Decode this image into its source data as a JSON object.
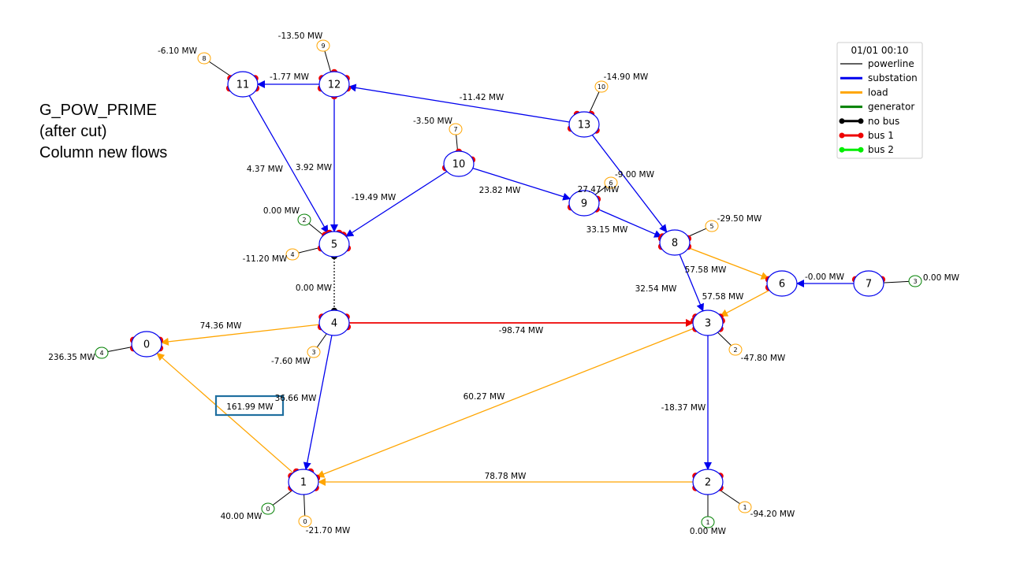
{
  "title_lines": [
    "G_POW_PRIME",
    "(after cut)",
    "Column new flows"
  ],
  "colors": {
    "powerline": "#000000",
    "substation": "#0000ee",
    "load": "#ffa500",
    "generator": "#008000",
    "bus1": "#ee0000",
    "bus2": "#00ee00",
    "nobus": "#000000",
    "highlight_box": "#1f6f9f"
  },
  "legend": {
    "timestamp": "01/01 00:10",
    "entries": [
      {
        "label": "powerline",
        "style": "thin-line",
        "color": "#000000"
      },
      {
        "label": "substation",
        "style": "thick-line",
        "color": "#0000ee"
      },
      {
        "label": "load",
        "style": "thick-line",
        "color": "#ffa500"
      },
      {
        "label": "generator",
        "style": "thick-line",
        "color": "#008000"
      },
      {
        "label": "no bus",
        "style": "dot-line",
        "color": "#000000"
      },
      {
        "label": "bus 1",
        "style": "dot-line",
        "color": "#ee0000"
      },
      {
        "label": "bus 2",
        "style": "dot-line",
        "color": "#00ee00"
      }
    ]
  },
  "nodes": [
    {
      "id": "0",
      "label": "0"
    },
    {
      "id": "1",
      "label": "1"
    },
    {
      "id": "2",
      "label": "2"
    },
    {
      "id": "3",
      "label": "3"
    },
    {
      "id": "4",
      "label": "4"
    },
    {
      "id": "5",
      "label": "5"
    },
    {
      "id": "6",
      "label": "6"
    },
    {
      "id": "7",
      "label": "7"
    },
    {
      "id": "8",
      "label": "8"
    },
    {
      "id": "9",
      "label": "9"
    },
    {
      "id": "10",
      "label": "10"
    },
    {
      "id": "11",
      "label": "11"
    },
    {
      "id": "12",
      "label": "12"
    },
    {
      "id": "13",
      "label": "13"
    }
  ],
  "edges": [
    {
      "from": "12",
      "to": "11",
      "kind": "substation",
      "label": "-1.77 MW"
    },
    {
      "from": "13",
      "to": "12",
      "kind": "substation",
      "label": "-11.42 MW"
    },
    {
      "from": "11",
      "to": "5",
      "kind": "substation",
      "label": "4.37 MW"
    },
    {
      "from": "12",
      "to": "5",
      "kind": "substation",
      "label": "3.92 MW"
    },
    {
      "from": "10",
      "to": "5",
      "kind": "substation",
      "label": "-19.49 MW"
    },
    {
      "from": "10",
      "to": "9",
      "kind": "substation",
      "label": "23.82 MW"
    },
    {
      "from": "13",
      "to": "8",
      "kind": "substation",
      "label": "-9.00 MW"
    },
    {
      "from": "9",
      "to": "8",
      "kind": "substation",
      "label": "33.15 MW"
    },
    {
      "from": "8",
      "to": "6",
      "kind": "load",
      "label": "57.58 MW"
    },
    {
      "from": "8",
      "to": "3",
      "kind": "substation",
      "label": "32.54 MW"
    },
    {
      "from": "6",
      "to": "3",
      "kind": "load",
      "label": "57.58 MW"
    },
    {
      "from": "7",
      "to": "6",
      "kind": "substation",
      "label": "-0.00 MW"
    },
    {
      "from": "4",
      "to": "5",
      "kind": "dashed",
      "label": "0.00 MW"
    },
    {
      "from": "4",
      "to": "0",
      "kind": "load",
      "label": "74.36 MW"
    },
    {
      "from": "4",
      "to": "3",
      "kind": "bus",
      "label": "-98.74 MW"
    },
    {
      "from": "1",
      "to": "0",
      "kind": "load",
      "label": "161.99 MW",
      "highlighted": true
    },
    {
      "from": "4",
      "to": "1",
      "kind": "substation",
      "label": "36.66 MW"
    },
    {
      "from": "3",
      "to": "1",
      "kind": "load",
      "label": "60.27 MW"
    },
    {
      "from": "3",
      "to": "2",
      "kind": "substation",
      "label": "-18.37 MW"
    },
    {
      "from": "2",
      "to": "1",
      "kind": "load",
      "label": "78.78 MW"
    }
  ],
  "injections": [
    {
      "node": "11",
      "type": "load",
      "id": "8",
      "value": "-6.10 MW"
    },
    {
      "node": "12",
      "type": "load",
      "id": "9",
      "value": "-13.50 MW"
    },
    {
      "node": "13",
      "type": "load",
      "id": "10",
      "value": "-14.90 MW"
    },
    {
      "node": "10",
      "type": "load",
      "id": "7",
      "value": "-3.50 MW"
    },
    {
      "node": "9",
      "type": "load",
      "id": "6",
      "value": "27.47 MW"
    },
    {
      "node": "8",
      "type": "load",
      "id": "5",
      "value": "-29.50 MW"
    },
    {
      "node": "5",
      "type": "generator",
      "id": "2",
      "value": "0.00 MW"
    },
    {
      "node": "5",
      "type": "load",
      "id": "4",
      "value": "-11.20 MW"
    },
    {
      "node": "7",
      "type": "generator",
      "id": "3",
      "value": "0.00 MW"
    },
    {
      "node": "4",
      "type": "load",
      "id": "3",
      "value": "-7.60 MW"
    },
    {
      "node": "0",
      "type": "generator",
      "id": "4",
      "value": "236.35 MW"
    },
    {
      "node": "3",
      "type": "load",
      "id": "2",
      "value": "-47.80 MW"
    },
    {
      "node": "1",
      "type": "generator",
      "id": "0",
      "value": "40.00 MW"
    },
    {
      "node": "1",
      "type": "load",
      "id": "0",
      "value": "-21.70 MW"
    },
    {
      "node": "2",
      "type": "generator",
      "id": "1",
      "value": "0.00 MW"
    },
    {
      "node": "2",
      "type": "load",
      "id": "1",
      "value": "-94.20 MW"
    }
  ]
}
